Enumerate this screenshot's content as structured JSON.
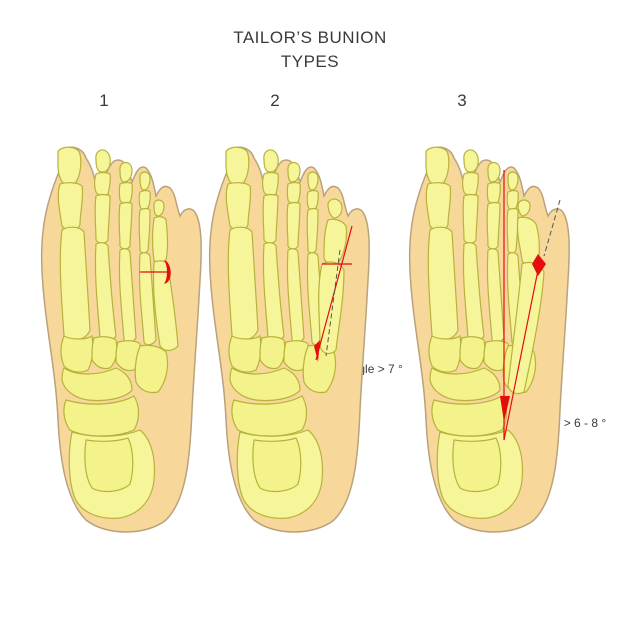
{
  "title": {
    "line1": "TAILOR’S BUNION",
    "line2": "TYPES"
  },
  "panels": [
    {
      "number": "1",
      "angle_label": ""
    },
    {
      "number": "2",
      "angle_label": "angle > 7 °"
    },
    {
      "number": "3",
      "angle_label": "angle > 6 - 8 °"
    }
  ],
  "colors": {
    "skin": "#f8d79b",
    "bone": "#f7f59a",
    "marker": "#e60d0d"
  }
}
